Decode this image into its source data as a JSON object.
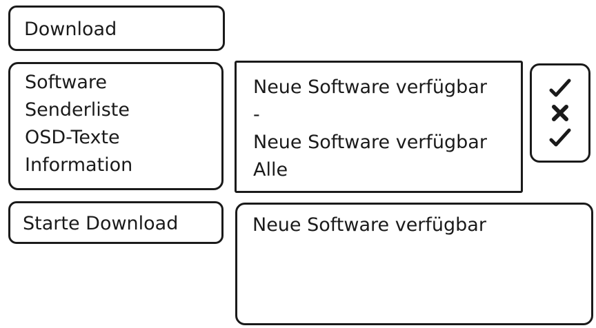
{
  "header": {
    "title": "Download"
  },
  "menu": {
    "items": [
      {
        "label": "Software"
      },
      {
        "label": "Senderliste"
      },
      {
        "label": "OSD-Texte"
      },
      {
        "label": "Information"
      }
    ]
  },
  "status": {
    "values": [
      {
        "text": "Neue Software verfügbar"
      },
      {
        "text": "-"
      },
      {
        "text": "Neue Software verfügbar"
      },
      {
        "text": "Alle"
      }
    ]
  },
  "marks": {
    "icons": [
      "check-icon",
      "cross-icon",
      "check-icon"
    ]
  },
  "action": {
    "label": "Starte Download"
  },
  "result": {
    "text": "Neue Software verfügbar"
  }
}
